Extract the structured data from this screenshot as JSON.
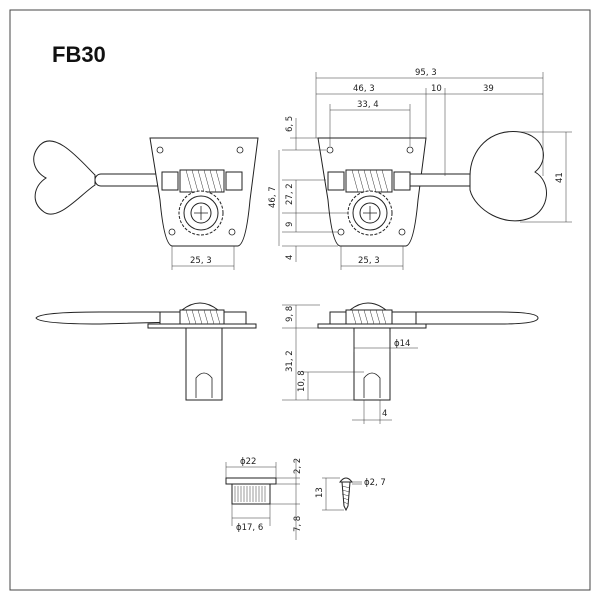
{
  "title": "FB30",
  "dims": {
    "d95_3": "95, 3",
    "d46_3": "46, 3",
    "d10": "10",
    "d39": "39",
    "d33_4": "33, 4",
    "d6_5": "6, 5",
    "d46_7": "46, 7",
    "d27_2": "27, 2",
    "d9": "9",
    "d4a": "4",
    "d41": "41",
    "d25_3a": "25, 3",
    "d25_3b": "25, 3",
    "d9_8": "9, 8",
    "d31_2": "31, 2",
    "d10_8": "10, 8",
    "phi14": "ϕ14",
    "d4b": "4",
    "phi22": "ϕ22",
    "d2_2": "2, 2",
    "d13": "13",
    "phi17_6": "ϕ17, 6",
    "d7_8": "7, 8",
    "phi2_7": "ϕ2, 7"
  }
}
